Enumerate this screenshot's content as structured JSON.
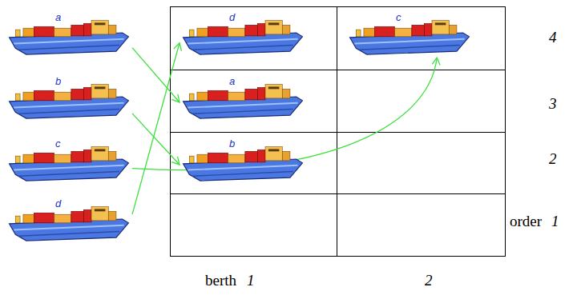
{
  "diagram": {
    "nodes": [
      {
        "text": [
          "a"
        ]
      },
      {
        "text": [
          "b"
        ]
      },
      {
        "text": [
          "c"
        ]
      },
      {
        "text": [
          "d"
        ]
      },
      {
        "text": [
          "d"
        ]
      },
      {
        "text": [
          "c"
        ]
      },
      {
        "text": [
          "a"
        ]
      },
      {
        "text": [
          "b"
        ]
      }
    ],
    "edges": [
      {
        "from": 0,
        "to": 6,
        "arrow": "to"
      },
      {
        "from": 1,
        "to": 7,
        "arrow": "to"
      },
      {
        "from": 2,
        "to": 5,
        "arrow": "to"
      },
      {
        "from": 3,
        "to": 4,
        "arrow": "to"
      }
    ],
    "labels": [
      "4",
      "3",
      "2",
      "order",
      "1",
      "berth",
      "1",
      "2"
    ]
  }
}
